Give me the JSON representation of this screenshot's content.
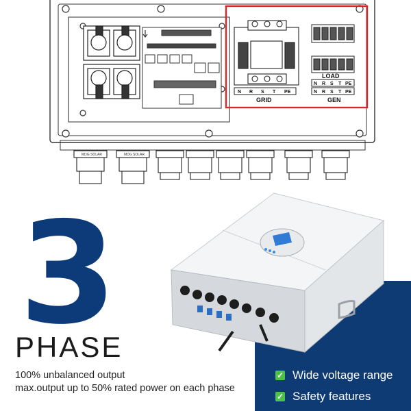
{
  "diagram": {
    "labels": {
      "grid": "GRID",
      "gen": "GEN",
      "load": "LOAD",
      "grid_terminals": [
        "N",
        "R",
        "S",
        "T",
        "PE"
      ],
      "load_terminals": [
        "N",
        "R",
        "S",
        "T",
        "PE"
      ],
      "gen_terminals": [
        "N",
        "R",
        "S",
        "T",
        "PE"
      ]
    },
    "highlight_color": "#d6272d"
  },
  "hero": {
    "number": "3",
    "phase_label": "PHASE",
    "line1": "100% unbalanced output",
    "line2": "max.output up to 50% rated power  on each phase",
    "number_color": "#0d3a78"
  },
  "features": [
    {
      "label": "Wide voltage range",
      "icon": "check-icon"
    },
    {
      "label": "Safety features",
      "icon": "check-icon"
    }
  ],
  "colors": {
    "panel": "#0f3b74",
    "check": "#4cc24a"
  }
}
